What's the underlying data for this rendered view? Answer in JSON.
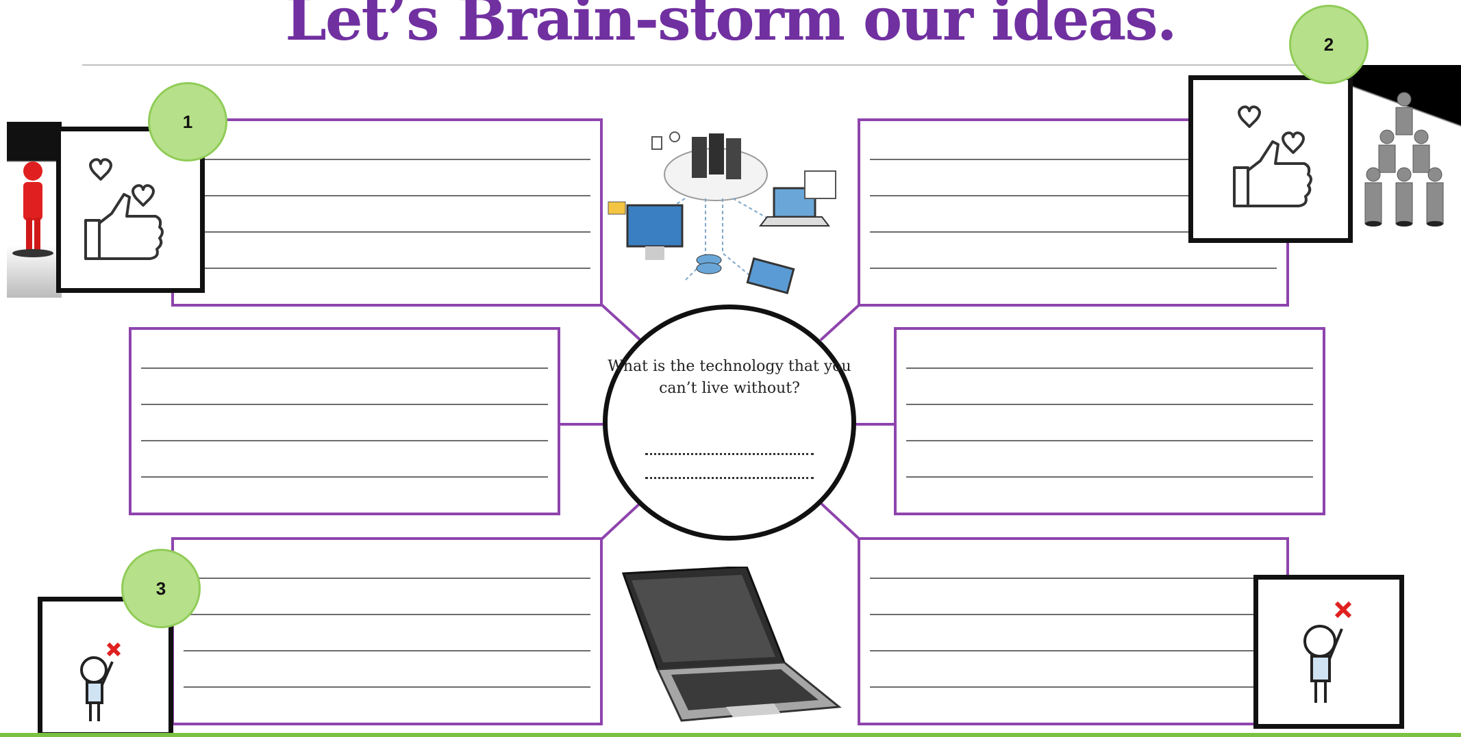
{
  "slide": {
    "title": "Let’s Brain-storm our ideas.",
    "center_question": "What is the technology that you can’t live without?",
    "badges": [
      "1",
      "2",
      "3"
    ],
    "icons": {
      "thumbs_up": "thumbs-up-hearts-icon",
      "stick_figure": "stick-figure-with-red-x-icon",
      "cloud_network": "cloud-network-illustration",
      "laptop": "laptop-illustration",
      "red_person": "red-person-icon",
      "people_pyramid": "people-pyramid-icon"
    },
    "colors": {
      "title": "#7030a0",
      "box_border": "#8e44ad",
      "badge_fill": "#b7e08a",
      "accent_bar": "#7cc242"
    }
  }
}
